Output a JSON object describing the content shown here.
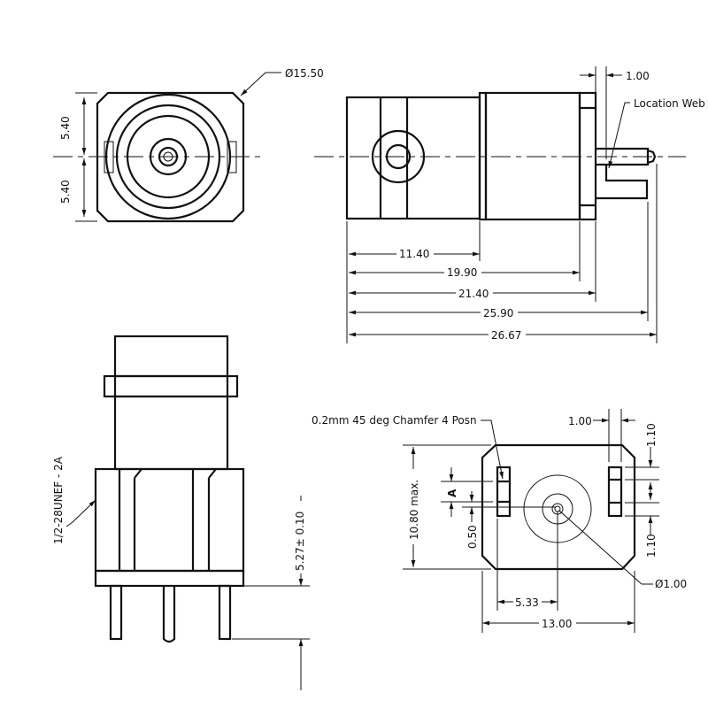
{
  "title": "BNC PCB connector dimension drawing",
  "front_view": {
    "diameter": "Ø15.50",
    "upper_half": "5.40",
    "lower_half": "5.40"
  },
  "side_view": {
    "web_thickness": "1.00",
    "location_web_label": "Location Web",
    "dims": [
      "11.40",
      "19.90",
      "21.40",
      "25.90",
      "26.67"
    ]
  },
  "elevation_view": {
    "thread": "1/2-28UNEF - 2A",
    "pin_length": "5.27± 0.10"
  },
  "footprint_view": {
    "chamfer_note": "0.2mm 45 deg Chamfer 4 Posn",
    "slot_width": "1.00",
    "slot_top": "1.10",
    "slot_bottom": "1.10",
    "height": "10.80 max.",
    "a_label": "A",
    "offset": "0.50",
    "center_pin": "Ø1.00",
    "pin_offset": "5.33",
    "width": "13.00"
  }
}
